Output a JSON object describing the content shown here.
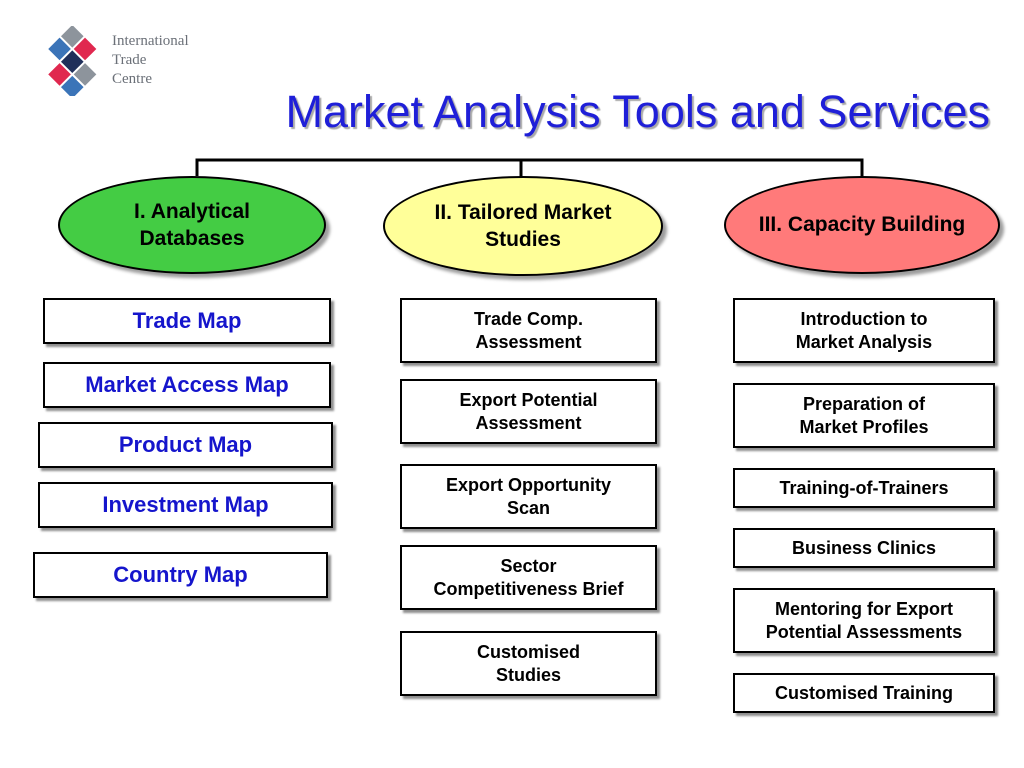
{
  "logo": {
    "lines": [
      "International",
      "Trade",
      "Centre"
    ],
    "colors": {
      "blue": "#3b74b8",
      "red": "#e0284f",
      "grey": "#8d949c",
      "navy": "#1f2f5a"
    }
  },
  "title": "Market Analysis Tools and Services",
  "columns": [
    {
      "heading": "I.  Analytical\nDatabases",
      "color": "#44cc44",
      "items": [
        "Trade Map",
        "Market Access Map",
        "Product Map",
        "Investment Map",
        "Country Map"
      ]
    },
    {
      "heading": "II. Tailored Market\nStudies",
      "color": "#ffff99",
      "items": [
        "Trade Comp.\nAssessment",
        "Export  Potential\nAssessment",
        "Export  Opportunity\nScan",
        "Sector\nCompetitiveness Brief",
        "Customised\nStudies"
      ]
    },
    {
      "heading": "III. Capacity Building",
      "color": "#ff7a7a",
      "items": [
        "Introduction to\nMarket Analysis",
        "Preparation of\nMarket Profiles",
        "Training-of-Trainers",
        "Business Clinics",
        "Mentoring for Export\nPotential Assessments",
        "Customised Training"
      ]
    }
  ]
}
